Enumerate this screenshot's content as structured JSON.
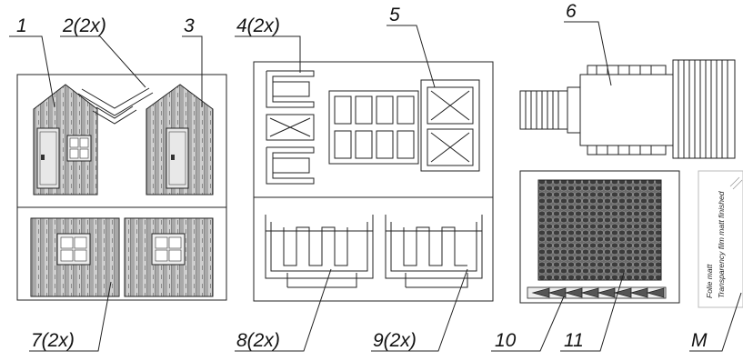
{
  "labels": {
    "p1": "1",
    "p2": "2(2x)",
    "p3": "3",
    "p4": "4(2x)",
    "p5": "5",
    "p6": "6",
    "p7": "7(2x)",
    "p8": "8(2x)",
    "p9": "9(2x)",
    "p10": "10",
    "p11": "11",
    "pM": "M"
  },
  "film": {
    "line1": "Folie matt",
    "line2": "Transparency film matt finished"
  },
  "colors": {
    "line": "#222222",
    "wood_light": "#cfcfcf",
    "wood_dark": "#8a8a8a",
    "roof_tile": "#555555"
  }
}
